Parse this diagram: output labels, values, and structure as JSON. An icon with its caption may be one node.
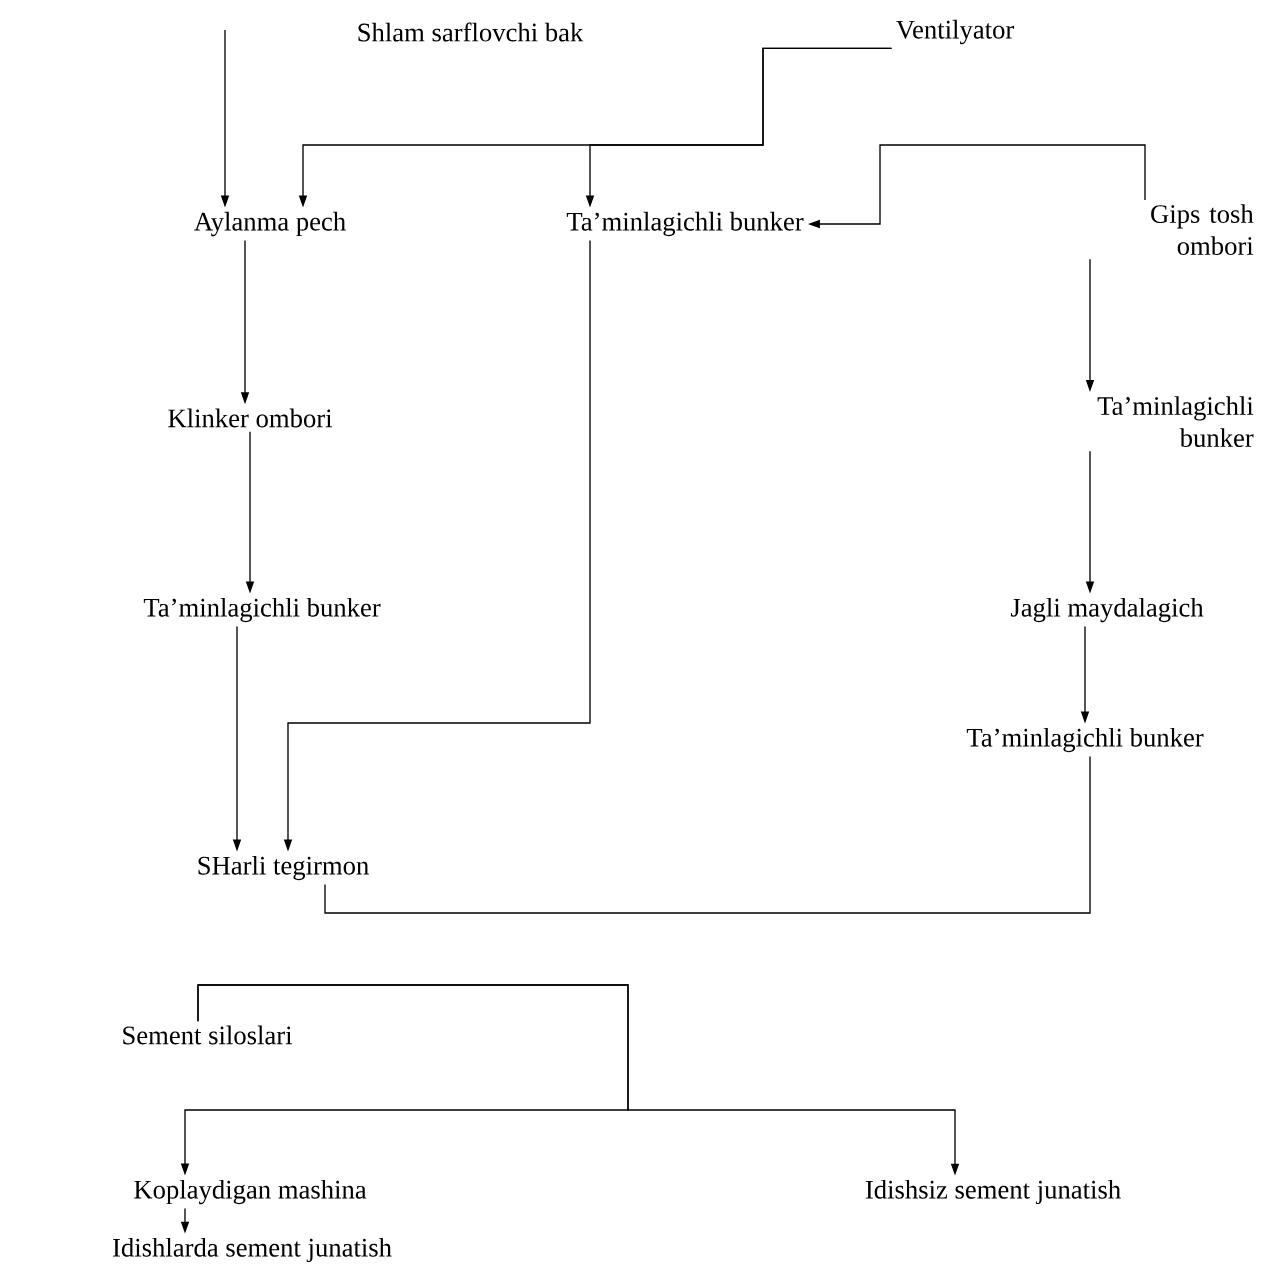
{
  "diagram": {
    "nodes": [
      {
        "text": [
          "Shlam sarflovchi bak"
        ]
      },
      {
        "text": [
          "Ventilyator"
        ]
      },
      {
        "text": [
          "Aylanma pech"
        ]
      },
      {
        "text": [
          "Ta’minlagichli bunker"
        ]
      },
      {
        "text": [
          "Gips tosh ombori"
        ]
      },
      {
        "text": [
          "Klinker ombori"
        ]
      },
      {
        "text": [
          "Ta’minlagichli bunker"
        ]
      },
      {
        "text": [
          "Ta’minlagichli bunker"
        ]
      },
      {
        "text": [
          "Jagli maydalagich"
        ]
      },
      {
        "text": [
          "Ta’minlagichli bunker"
        ]
      },
      {
        "text": [
          "SHarli tegirmon"
        ]
      },
      {
        "text": [
          "Sement siloslari"
        ]
      },
      {
        "text": [
          "Koplaydigan mashina"
        ]
      },
      {
        "text": [
          "Idishsiz sement junatish"
        ]
      },
      {
        "text": [
          "Idishlarda sement junatish"
        ]
      }
    ],
    "edges": [
      {
        "from": null,
        "to": 2,
        "arrow": "to"
      },
      {
        "from": 1,
        "to": 2,
        "arrow": "to"
      },
      {
        "from": 1,
        "to": 3,
        "arrow": "to"
      },
      {
        "from": 4,
        "to": 3,
        "arrow": "to"
      },
      {
        "from": 2,
        "to": 5,
        "arrow": "to"
      },
      {
        "from": 5,
        "to": 7,
        "arrow": "to"
      },
      {
        "from": 3,
        "to": 10,
        "arrow": "to"
      },
      {
        "from": 7,
        "to": 10,
        "arrow": "to"
      },
      {
        "from": 4,
        "to": 6,
        "arrow": "to"
      },
      {
        "from": 6,
        "to": 8,
        "arrow": "to"
      },
      {
        "from": 8,
        "to": 9,
        "arrow": "to"
      },
      {
        "from": 9,
        "to": 10,
        "arrow": "none"
      },
      {
        "from": 11,
        "to": 12,
        "arrow": "to"
      },
      {
        "from": 11,
        "to": 13,
        "arrow": "to"
      },
      {
        "from": 12,
        "to": 14,
        "arrow": "to"
      }
    ]
  }
}
